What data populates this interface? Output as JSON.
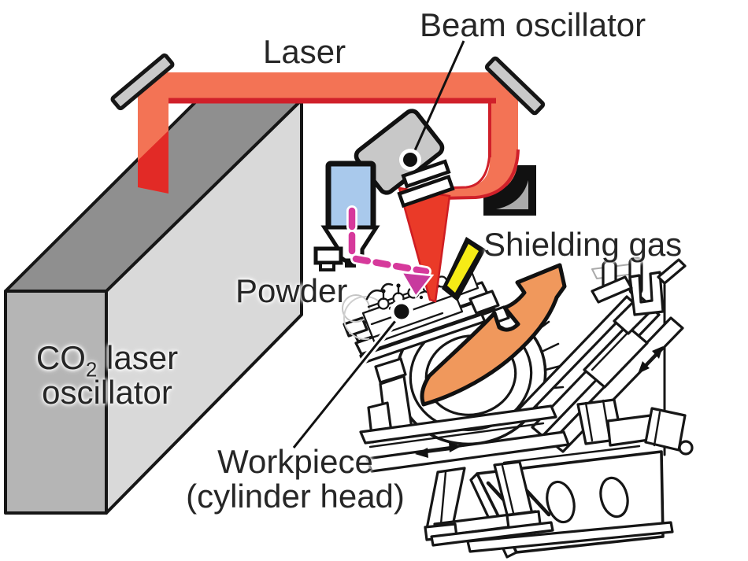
{
  "title": "Laser cladding system diagram",
  "labels": {
    "laser": "Laser",
    "beam_oscillator": "Beam oscillator",
    "shielding_gas": "Shielding gas",
    "powder": "Powder",
    "co2_line1_pre": "CO",
    "co2_sub": "2",
    "co2_line1_post": " laser",
    "co2_line2": "oscillator",
    "workpiece_line1": "Workpiece",
    "workpiece_line2": "(cylinder head)"
  },
  "colors": {
    "laser_beam": "#F37355",
    "laser_dark": "#D0202A",
    "laser_leg_red": "#E22A26",
    "laser_cone": "#EA3A28",
    "laser_cone_edge": "#CF1D22",
    "powder_magenta": "#C83A9E",
    "powder_dash": "#D6399B",
    "feeder_blue": "#A9C9EC",
    "nozzle_yellow": "#F6EB16",
    "rotation_orange": "#F0985C",
    "box_front": "#B5B5B5",
    "box_top": "#8F8F8F",
    "box_side": "#D9D9D9",
    "mirror_gray": "#C9C9C9",
    "oscillator_gray": "#C8C8C8",
    "outline": "#161616"
  },
  "graphics": {
    "mirror_count": 2,
    "components": [
      "co2-laser-oscillator-box",
      "bend-mirror",
      "beam-oscillator-device",
      "powder-feeder",
      "shielding-gas-nozzle",
      "workpiece-cylinder-head",
      "five-axis-positioner",
      "rotation-arrow"
    ]
  }
}
